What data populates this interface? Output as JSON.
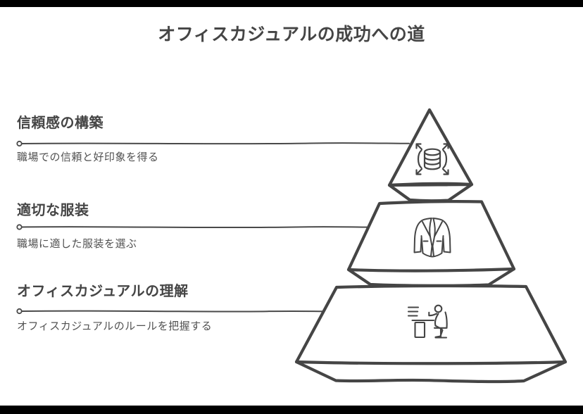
{
  "title": "オフィスカジュアルの成功への道",
  "colors": {
    "background": "#ffffff",
    "letterbox_bar": "#000000",
    "outline": "#454545",
    "connector_line": "#4a4a4a",
    "heading_text": "#454545",
    "description_text": "#515151",
    "shape_fill": "#ffffff"
  },
  "pyramid": {
    "type": "pyramid-3-levels",
    "levels": [
      {
        "position": "top",
        "heading": "信頼感の構築",
        "description": "職場での信頼と好印象を得る",
        "icon": "database-expand-icon"
      },
      {
        "position": "middle",
        "heading": "適切な服装",
        "description": "職場に適した服装を選ぶ",
        "icon": "suit-jacket-icon"
      },
      {
        "position": "bottom",
        "heading": "オフィスカジュアルの理解",
        "description": "オフィスカジュアルのルールを把握する",
        "icon": "person-at-desk-icon"
      }
    ]
  }
}
